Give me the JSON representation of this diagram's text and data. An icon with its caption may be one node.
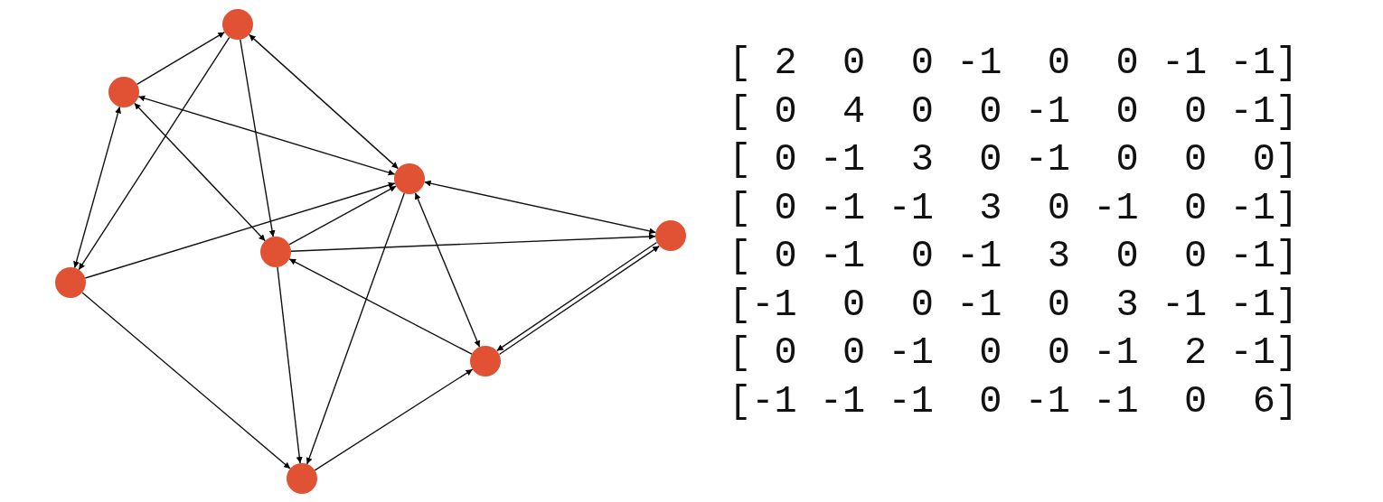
{
  "diagram": {
    "nodes": [
      {
        "text": [],
        "shape": "circle"
      },
      {
        "text": [],
        "shape": "circle"
      },
      {
        "text": [],
        "shape": "circle"
      },
      {
        "text": [],
        "shape": "circle"
      },
      {
        "text": [],
        "shape": "circle"
      },
      {
        "text": [],
        "shape": "circle"
      },
      {
        "text": [],
        "shape": "circle"
      },
      {
        "text": [],
        "shape": "circle"
      }
    ],
    "edges": [
      {
        "from": 1,
        "to": 0,
        "arrow": "to"
      },
      {
        "from": 0,
        "to": 5,
        "arrow": "to"
      },
      {
        "from": 0,
        "to": 4,
        "arrow": "to"
      },
      {
        "from": 0,
        "to": 2,
        "arrow": "both"
      },
      {
        "from": 1,
        "to": 2,
        "arrow": "both"
      },
      {
        "from": 1,
        "to": 5,
        "arrow": "both"
      },
      {
        "from": 1,
        "to": 4,
        "arrow": "both"
      },
      {
        "from": 5,
        "to": 2,
        "arrow": "to"
      },
      {
        "from": 4,
        "to": 2,
        "arrow": "to"
      },
      {
        "from": 4,
        "to": 3,
        "arrow": "to"
      },
      {
        "from": 2,
        "to": 3,
        "arrow": "both"
      },
      {
        "from": 2,
        "to": 7,
        "arrow": "to"
      },
      {
        "from": 2,
        "to": 6,
        "arrow": "both"
      },
      {
        "from": 6,
        "to": 4,
        "arrow": "to"
      },
      {
        "from": 4,
        "to": 7,
        "arrow": "to"
      },
      {
        "from": 5,
        "to": 7,
        "arrow": "to"
      },
      {
        "from": 7,
        "to": 6,
        "arrow": "to"
      },
      {
        "from": 6,
        "to": 3,
        "arrow": "to"
      },
      {
        "from": 3,
        "to": 6,
        "arrow": "to"
      }
    ],
    "labels": [
      "[ 2  0  0 -1  0  0 -1 -1]",
      "[ 0  4  0  0 -1  0  0 -1]",
      "[ 0 -1  3  0 -1  0  0  0]",
      "[ 0 -1 -1  3  0 -1  0 -1]",
      "[ 0 -1  0 -1  3  0  0 -1]",
      "[-1  0  0 -1  0  3 -1 -1]",
      "[ 0  0 -1  0  0 -1  2 -1]",
      "[-1 -1 -1  0 -1 -1  0  6]"
    ]
  }
}
